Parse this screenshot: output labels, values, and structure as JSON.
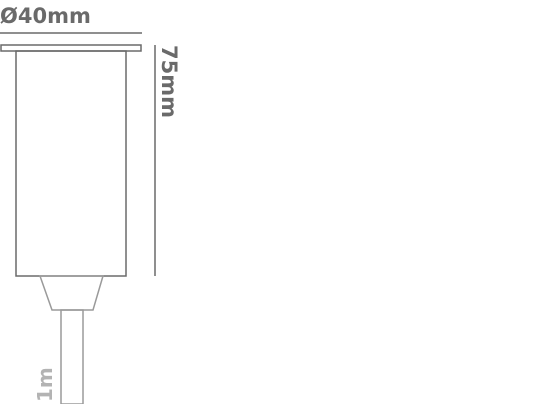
{
  "dimensions": {
    "diameter_label": "Ø40mm",
    "height_label": "75mm",
    "cable_label": "1m"
  },
  "colors": {
    "outline": "#6a6a6a",
    "cable_text": "#b3b3b3",
    "background": "#ffffff"
  }
}
